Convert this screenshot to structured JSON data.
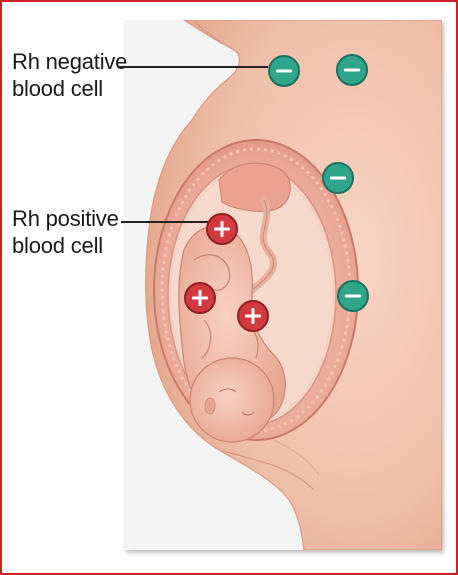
{
  "labels": {
    "rh_negative": [
      "Rh negative",
      "blood cell"
    ],
    "rh_positive": [
      "Rh positive",
      "blood cell"
    ]
  },
  "cells": {
    "negative": {
      "count": 4,
      "symbol": "minus",
      "color": "#2fa58c"
    },
    "positive": {
      "count": 3,
      "symbol": "plus",
      "color": "#d33a3f"
    }
  },
  "colors": {
    "frame_border": "#cc2222",
    "skin": "#f2c4ae",
    "uterus": "#e7a293",
    "fetus": "#f0b9a6"
  }
}
